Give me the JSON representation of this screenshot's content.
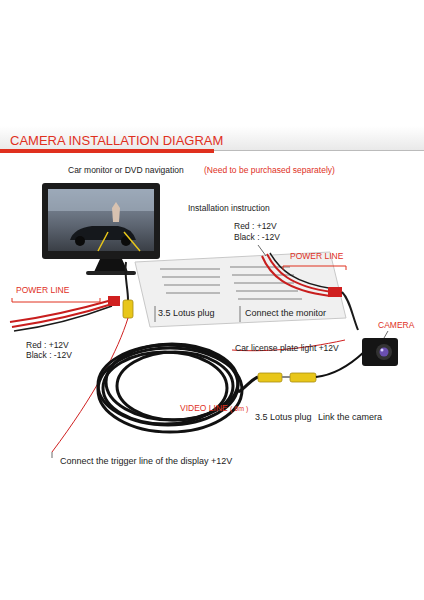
{
  "diagram": {
    "title": "CAMERA INSTALLATION DIAGRAM",
    "labels": [
      "Car monitor or DVD navigation",
      "(Need to be purchased separately)",
      "Installation instruction",
      "Red : +12V",
      "Black : -12V",
      "POWER LINE",
      "CAMERA",
      "POWER LINE",
      "Red : +12V",
      "Black : -12V",
      "3.5 Lotus plug",
      "Connect the monitor",
      "Car license plate light +12V",
      "VIDEO LINE",
      "( 6m )",
      "3.5 Lotus plug",
      "Link the camera",
      "Connect the trigger line of the display +12V"
    ]
  }
}
